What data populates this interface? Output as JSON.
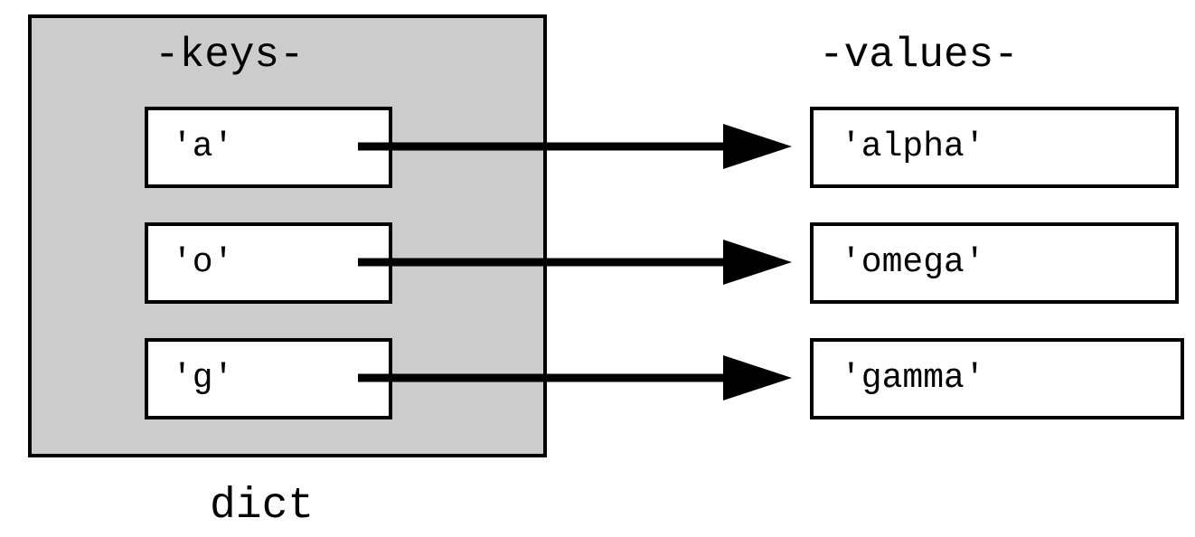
{
  "diagram": {
    "keys_heading": "-keys-",
    "values_heading": "-values-",
    "container_label": "dict",
    "entries": [
      {
        "key": "'a'",
        "value": "'alpha'"
      },
      {
        "key": "'o'",
        "value": "'omega'"
      },
      {
        "key": "'g'",
        "value": "'gamma'"
      }
    ]
  }
}
